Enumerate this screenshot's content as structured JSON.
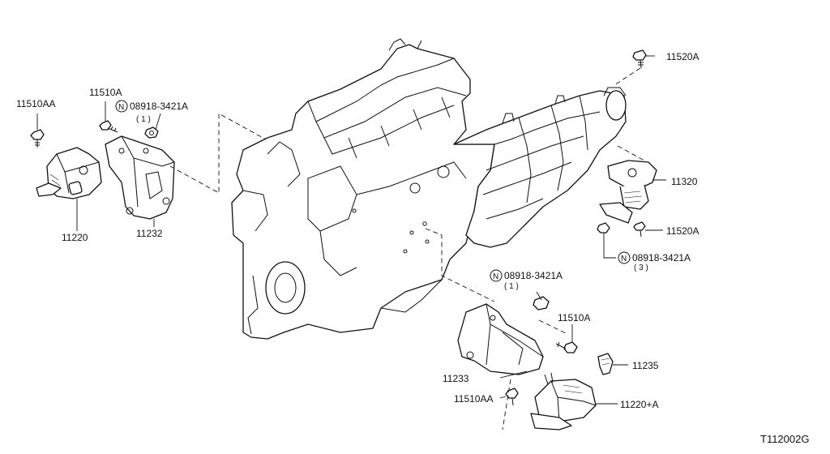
{
  "labels": {
    "p_11510AA_a": "11510AA",
    "p_11510A_a": "11510A",
    "p_08918_a": "08918-3421A",
    "p_08918_a_qty": "( 1 )",
    "p_11220": "11220",
    "p_11232": "11232",
    "p_11520A_a": "11520A",
    "p_11320": "11320",
    "p_11520A_b": "11520A",
    "p_08918_b": "08918-3421A",
    "p_08918_b_qty": "( 3 )",
    "p_08918_c": "08918-3421A",
    "p_08918_c_qty": "( 1 )",
    "p_11510A_b": "11510A",
    "p_11235": "11235",
    "p_11233": "11233",
    "p_11510AA_b": "11510AA",
    "p_11220A": "11220+A",
    "n_symbol": "N",
    "diagram_code": "T112002G"
  },
  "icons": {
    "nut_symbol": "circled-n-icon"
  }
}
